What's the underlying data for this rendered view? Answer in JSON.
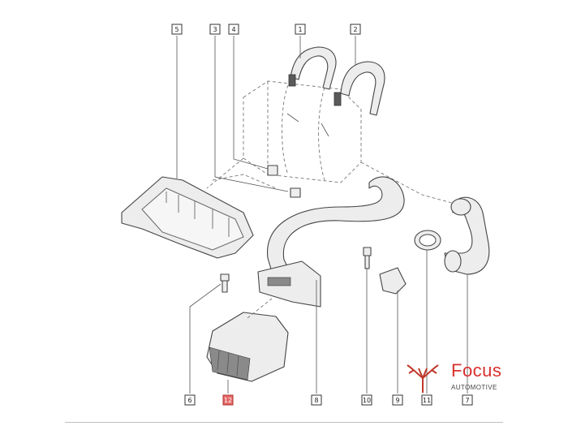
{
  "callouts": [
    {
      "id": "1",
      "highlight": false
    },
    {
      "id": "2",
      "highlight": false
    },
    {
      "id": "3",
      "highlight": false
    },
    {
      "id": "4",
      "highlight": false
    },
    {
      "id": "5",
      "highlight": false
    },
    {
      "id": "6",
      "highlight": false
    },
    {
      "id": "7",
      "highlight": false
    },
    {
      "id": "8",
      "highlight": false
    },
    {
      "id": "9",
      "highlight": false
    },
    {
      "id": "10",
      "highlight": false
    },
    {
      "id": "11",
      "highlight": false
    },
    {
      "id": "12",
      "highlight": true
    }
  ],
  "logo": {
    "word": "Focus",
    "sub": "AUTOMOTIVE",
    "brand_color": "#d9302d"
  },
  "highlight_color": "#e46a6a"
}
